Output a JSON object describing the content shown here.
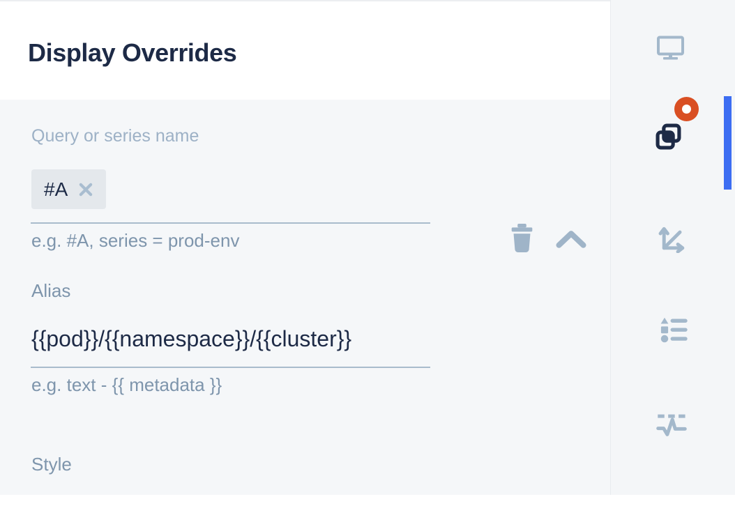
{
  "header": {
    "title": "Display Overrides"
  },
  "override_editor": {
    "query_field": {
      "label": "Query or series name",
      "chip": {
        "text": "#A",
        "remove_icon": "close-icon"
      },
      "helper": "e.g. #A, series = prod-env"
    },
    "actions": {
      "delete_icon": "trash-icon",
      "collapse_icon": "chevron-up-icon"
    },
    "alias_field": {
      "label": "Alias",
      "value": "{{pod}}/{{namespace}}/{{cluster}}",
      "helper": "e.g. text - {{ metadata }}"
    },
    "style_label": "Style"
  },
  "sidebar": {
    "items": [
      {
        "id": "display-settings",
        "icon": "monitor-icon",
        "active": false,
        "has_badge": false
      },
      {
        "id": "display-overrides",
        "icon": "overlap-squares-icon",
        "active": true,
        "has_badge": true
      },
      {
        "id": "axes",
        "icon": "axes-arrows-icon",
        "active": false,
        "has_badge": false
      },
      {
        "id": "legend",
        "icon": "bulleted-list-icon",
        "active": false,
        "has_badge": false
      },
      {
        "id": "thresholds",
        "icon": "pulse-threshold-icon",
        "active": false,
        "has_badge": false
      }
    ]
  },
  "colors": {
    "accent_blue": "#3C6DF2",
    "badge_red": "#D94F23",
    "navy_text": "#1D2A46",
    "muted_label": "#9DB1C6",
    "helper_text": "#7E95AC",
    "icon_steel": "#A3B8CB",
    "panel_bg": "#F5F7F9",
    "sidebar_bg": "#F4F6F8",
    "chip_bg": "#E4E8EC",
    "underline": "#A9BBCC"
  }
}
